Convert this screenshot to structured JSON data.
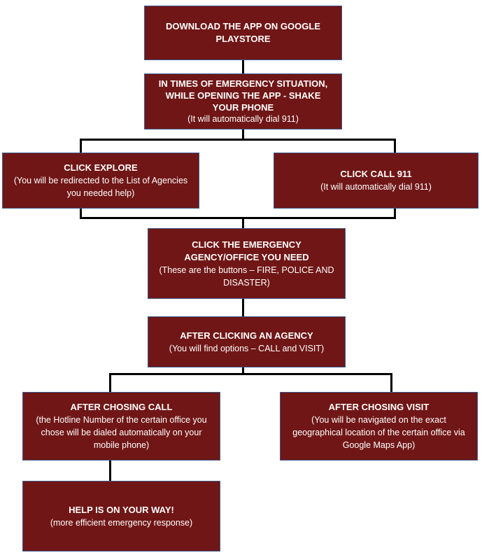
{
  "colors": {
    "box_fill": "#701616",
    "box_border": "#3c5a8c",
    "connector": "#000000",
    "text": "#ffffff"
  },
  "steps": {
    "download": {
      "title": "DOWNLOAD THE APP ON GOOGLE PLAYSTORE"
    },
    "shake": {
      "title": "IN TIMES OF EMERGENCY SITUATION, WHILE OPENING THE APP - SHAKE YOUR PHONE",
      "note": "(It will automatically dial 911)"
    },
    "explore": {
      "title": "CLICK EXPLORE",
      "note": "(You will be redirected to the List of Agencies you needed help)"
    },
    "call911": {
      "title": "CLICK CALL 911",
      "note": "(It will automatically dial 911)"
    },
    "agency": {
      "title": "CLICK THE EMERGENCY AGENCY/OFFICE YOU NEED",
      "note": "(These are the buttons – FIRE, POLICE AND DISASTER)"
    },
    "after_agency": {
      "title": "AFTER CLICKING AN AGENCY",
      "note": "(You will find options – CALL and VISIT)"
    },
    "after_call": {
      "title": "AFTER CHOSING CALL",
      "note": "(the Hotline Number of the certain office you chose will be dialed automatically on your mobile phone)"
    },
    "after_visit": {
      "title": "AFTER CHOSING VISIT",
      "note": "(You will be navigated on the exact geographical location of the certain office via Google Maps App)"
    },
    "help": {
      "title": "HELP IS ON YOUR WAY!",
      "note": "(more efficient emergency response)"
    }
  }
}
